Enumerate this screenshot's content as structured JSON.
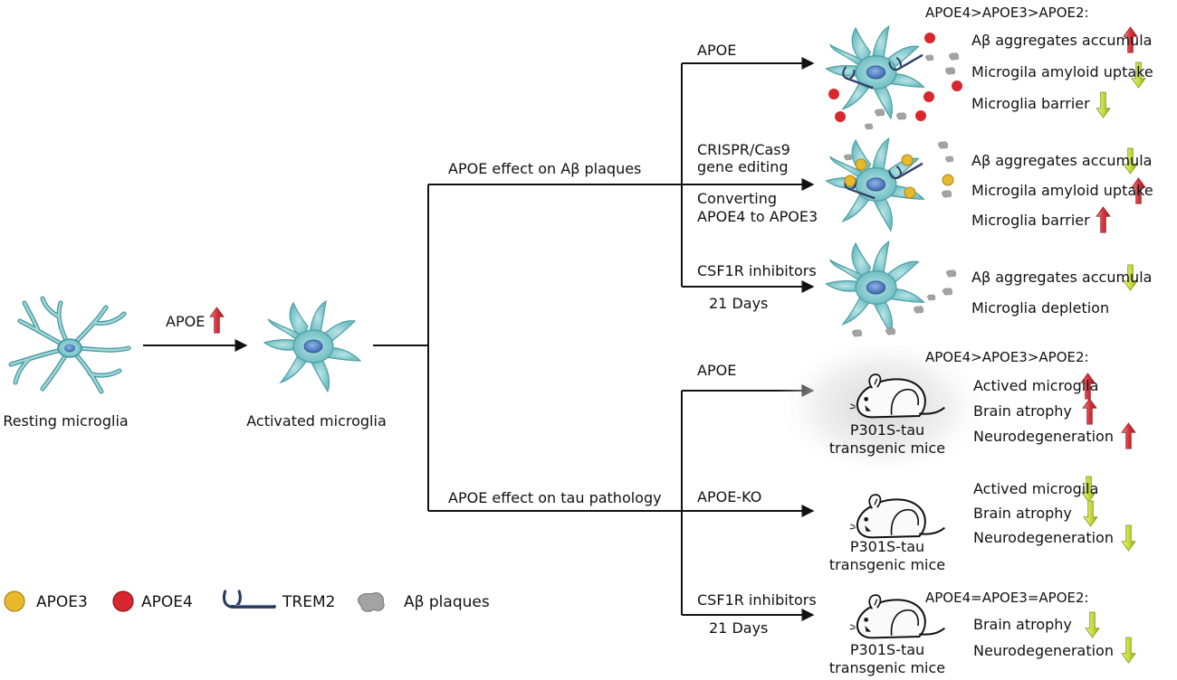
{
  "cells": {
    "resting": "Resting microglia",
    "activated": "Activated microglia"
  },
  "arrows": {
    "first_label": "APOE",
    "plaques_branch": "APOE effect on Aβ plaques",
    "tau_branch": "APOE effect on tau pathology",
    "plaque_apoe": "APOE",
    "crispr_line1": "CRISPR/Cas9",
    "crispr_line2": "gene editing",
    "convert_line1": "Converting",
    "convert_line2": "APOE4 to APOE3",
    "csf1r_top": "CSF1R inhibitors",
    "days_top": "21 Days",
    "tau_apoe": "APOE",
    "tau_ko": "APOE-KO",
    "csf1r_bottom": "CSF1R inhibitors",
    "days_bottom": "21 Days"
  },
  "outcomes": {
    "order_top": "APOE4>APOE3>APOE2:",
    "p1": [
      "Aβ aggregates accumula",
      "Microgila amyloid uptake",
      "Microglia barrier"
    ],
    "p2": [
      "Aβ aggregates accumula",
      "Microgila amyloid uptake",
      "Microglia barrier"
    ],
    "p3": [
      "Aβ aggregates accumula",
      "Microglia depletion"
    ],
    "order_mid": "APOE4>APOE3>APOE2:",
    "t1": [
      "Actived microgila",
      "Brain atrophy",
      "Neurodegeneration"
    ],
    "t2": [
      "Actived microgila",
      "Brain atrophy",
      "Neurodegeneration"
    ],
    "order_equal": "APOE4=APOE3=APOE2:",
    "t3": [
      "Brain atrophy",
      "Neurodegeneration"
    ]
  },
  "mice": {
    "line1": "P301S-tau",
    "line2": "transgenic mice"
  },
  "legend": {
    "apoe3": "APOE3",
    "apoe4": "APOE4",
    "trem2": "TREM2",
    "plaques": "Aβ plaques"
  },
  "colors": {
    "up_arrow": "#d8333b",
    "down_arrow": "#c9dc3c",
    "microglia": "#7cc8cc",
    "apoe3": "#e8b92c",
    "apoe4": "#d9272e",
    "trem2": "#3a4a6e",
    "plaque": "#9a9a9a"
  }
}
